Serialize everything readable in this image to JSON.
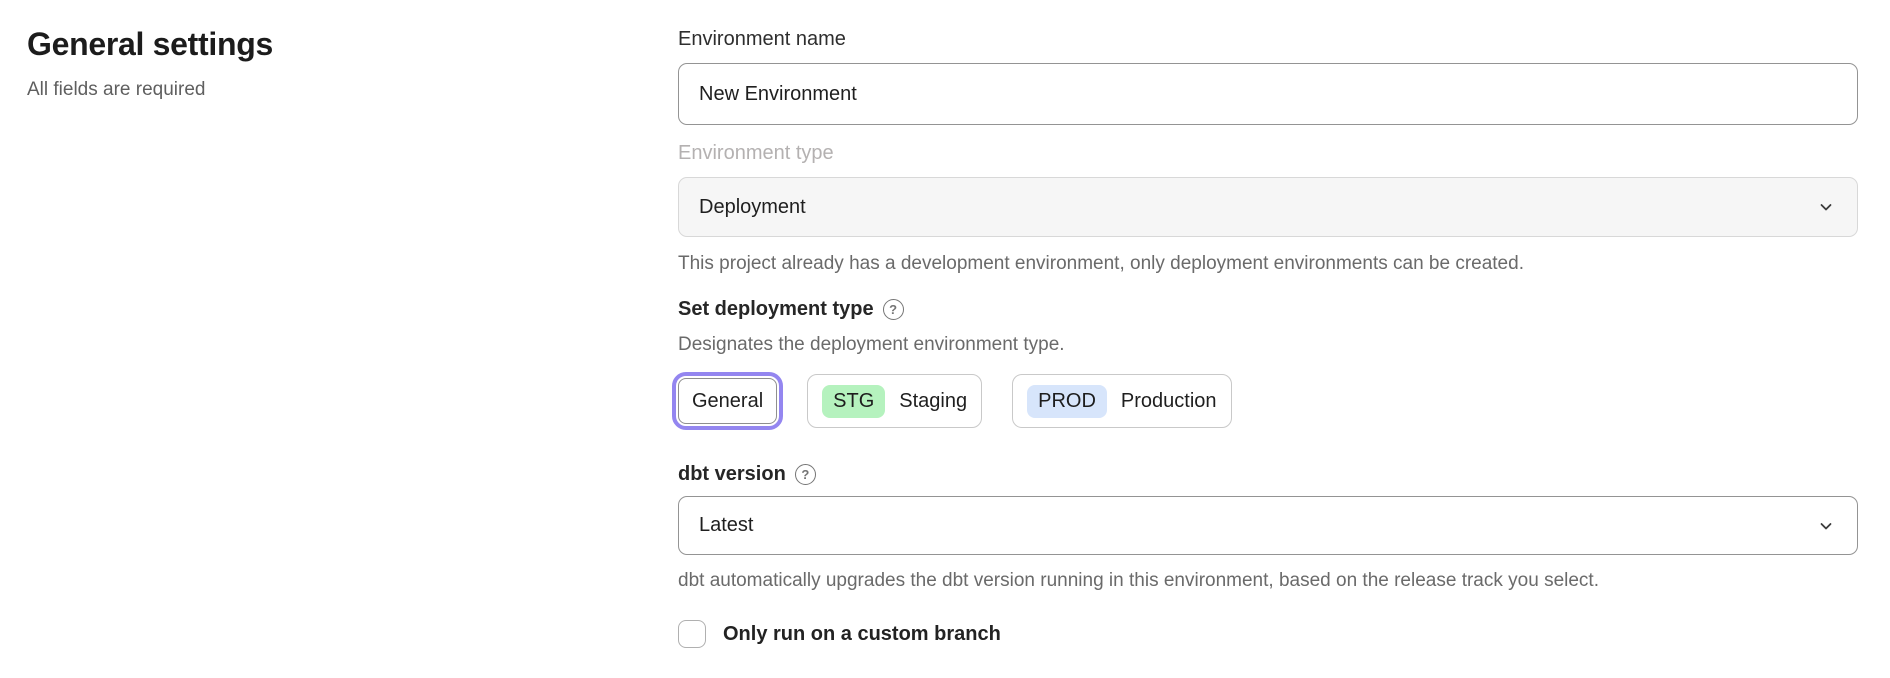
{
  "page": {
    "title": "General settings",
    "subtitle": "All fields are required"
  },
  "form": {
    "environment_name": {
      "label": "Environment name",
      "value": "New Environment"
    },
    "environment_type": {
      "label": "Environment type",
      "value": "Deployment",
      "disabled": true,
      "helper": "This project already has a development environment, only deployment environments can be created."
    },
    "deployment_type": {
      "label": "Set deployment type",
      "helper": "Designates the deployment environment type.",
      "options": [
        {
          "label": "General",
          "badge": "",
          "selected": true
        },
        {
          "label": "Staging",
          "badge": "STG",
          "badge_color": "#b5f2be",
          "selected": false
        },
        {
          "label": "Production",
          "badge": "PROD",
          "badge_color": "#d7e5fb",
          "selected": false
        }
      ]
    },
    "dbt_version": {
      "label": "dbt version",
      "value": "Latest",
      "helper": "dbt automatically upgrades the dbt version running in this environment, based on the release track you select."
    },
    "custom_branch": {
      "label": "Only run on a custom branch",
      "checked": false
    }
  },
  "icons": {
    "help": "?",
    "chevron_down": "chevron-down"
  },
  "colors": {
    "accent_ring": "#9486f0",
    "stg_badge": "#b5f2be",
    "prod_badge": "#d7e5fb",
    "disabled_bg": "#f6f6f6"
  }
}
